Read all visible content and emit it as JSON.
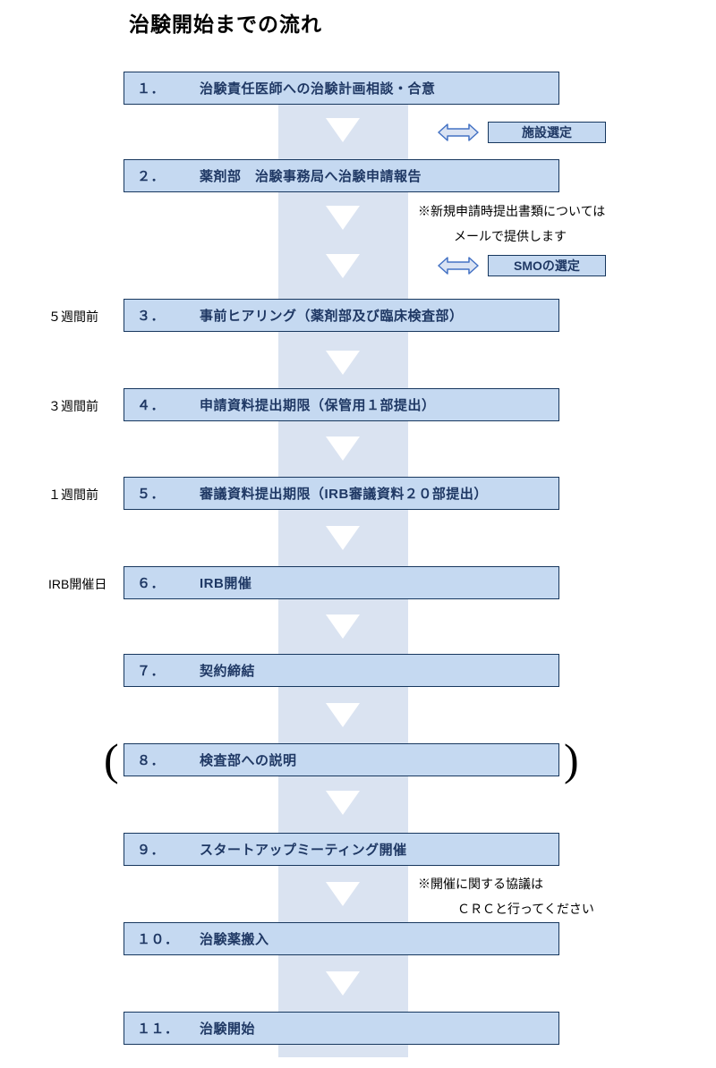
{
  "title": "治験開始までの流れ",
  "colors": {
    "box-fill": "#c5d9f1",
    "box-border": "#17375e",
    "box-text": "#1f3864",
    "band-fill": "#dae3f1",
    "arrow-outline": "#4472c4",
    "arrow-fill": "#dae3f3"
  },
  "steps": [
    {
      "number": "１．",
      "label": "治験責任医師への治験計画相談・合意"
    },
    {
      "number": "２．",
      "label": "薬剤部　治験事務局へ治験申請報告"
    },
    {
      "number": "３．",
      "label": "事前ヒアリング（薬剤部及び臨床検査部）",
      "timing": "５週間前"
    },
    {
      "number": "４．",
      "label": "申請資料提出期限（保管用１部提出）",
      "timing": "３週間前"
    },
    {
      "number": "５．",
      "label": "審議資料提出期限（IRB審議資料２０部提出）",
      "timing": "１週間前"
    },
    {
      "number": "６．",
      "label": "IRB開催",
      "timing": "IRB開催日"
    },
    {
      "number": "７．",
      "label": "契約締結"
    },
    {
      "number": "８．",
      "label": "検査部への説明"
    },
    {
      "number": "９．",
      "label": "スタートアップミーティング開催"
    },
    {
      "number": "１０．",
      "label": "治験薬搬入"
    },
    {
      "number": "１１．",
      "label": "治験開始"
    }
  ],
  "side_boxes": [
    {
      "label": "施設選定"
    },
    {
      "label": "SMOの選定"
    }
  ],
  "notes": [
    {
      "line1": "※新規申請時提出書類については",
      "line2": "メールで提供します"
    },
    {
      "line1": "※開催に関する協議は",
      "line2": "ＣＲＣと行ってください"
    }
  ],
  "parens": {
    "open": "(",
    "close": ")"
  }
}
